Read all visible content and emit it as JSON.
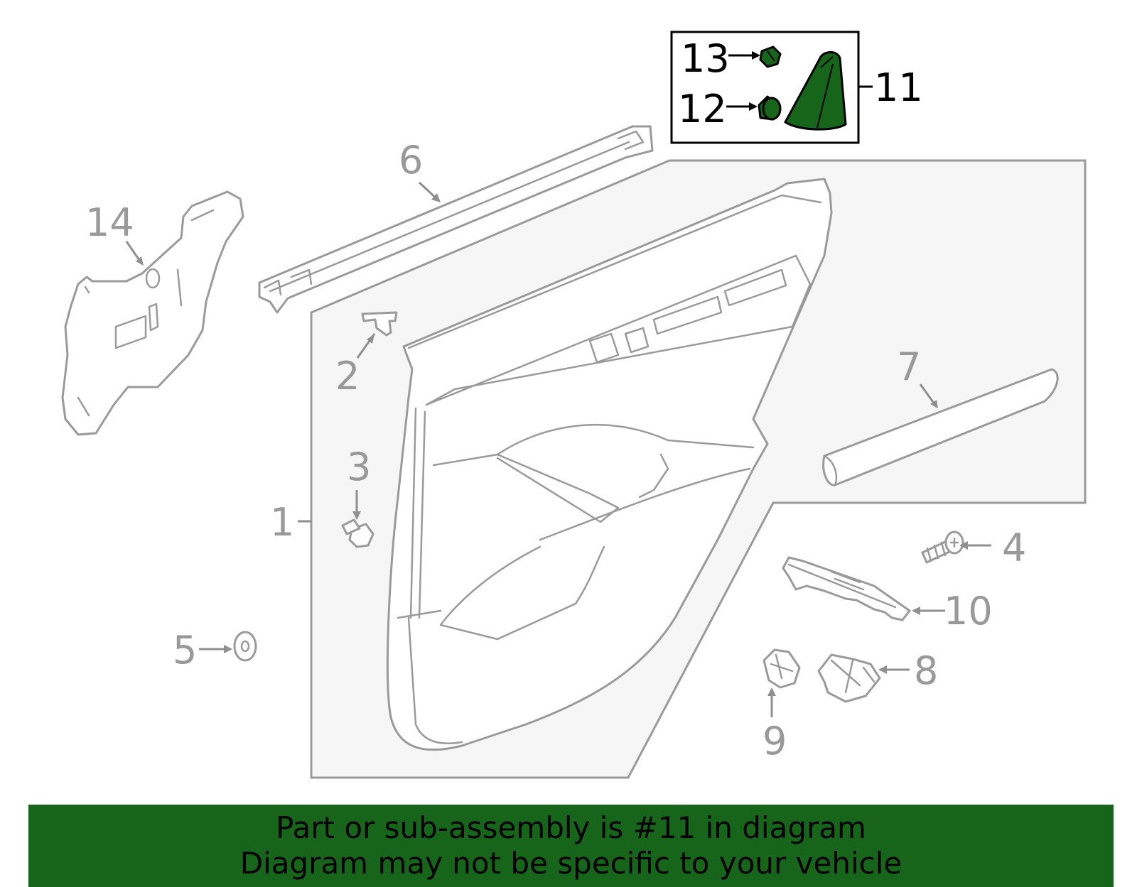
{
  "diagram": {
    "highlight_color": "#17651a",
    "callouts": {
      "c1": "1",
      "c2": "2",
      "c3": "3",
      "c4": "4",
      "c5": "5",
      "c6": "6",
      "c7": "7",
      "c8": "8",
      "c9": "9",
      "c10": "10",
      "c11": "11",
      "c12": "12",
      "c13": "13",
      "c14": "14"
    },
    "highlighted_part": "11"
  },
  "banner": {
    "line1": "Part or sub-assembly is #11 in diagram",
    "line2": "Diagram may not be specific to your vehicle",
    "background": "#17651a"
  }
}
